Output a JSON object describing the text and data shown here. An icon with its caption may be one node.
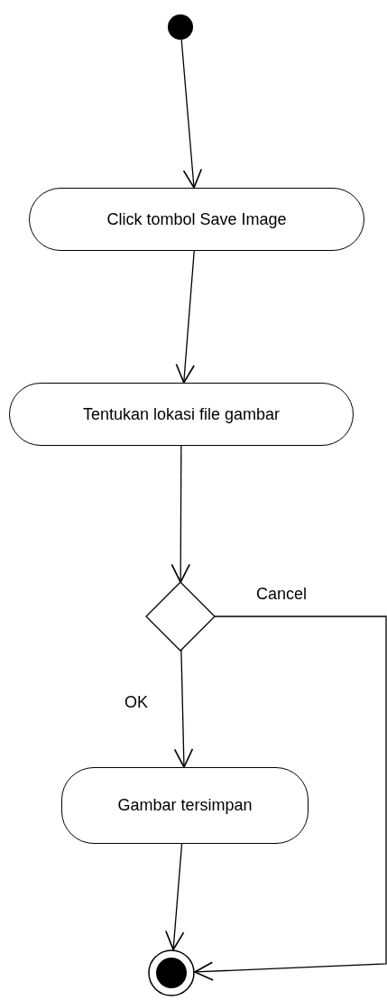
{
  "diagram": {
    "nodes": [
      {
        "text": [],
        "shape": "circle"
      },
      {
        "text": [
          "Click tombol Save Image"
        ]
      },
      {
        "text": [
          "Tentukan lokasi file gambar"
        ]
      },
      {
        "text": [],
        "shape": "diamond"
      },
      {
        "text": [
          "Gambar tersimpan"
        ]
      },
      {
        "text": [],
        "shape": "circle"
      }
    ],
    "edges": [
      {
        "from": 0,
        "to": 1,
        "arrow": "to"
      },
      {
        "from": 1,
        "to": 2,
        "arrow": "to"
      },
      {
        "from": 2,
        "to": 3,
        "arrow": "to"
      },
      {
        "from": 3,
        "to": 4,
        "arrow": "to",
        "label": "OK"
      },
      {
        "from": 3,
        "to": 5,
        "arrow": "to",
        "label": "Cancel"
      },
      {
        "from": 4,
        "to": 5,
        "arrow": "to"
      }
    ]
  }
}
